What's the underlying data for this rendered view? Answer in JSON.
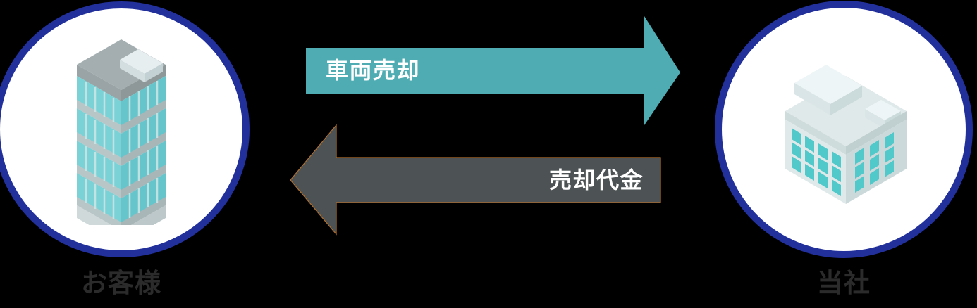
{
  "diagram": {
    "title": "vehicle-sale-transaction-flow",
    "background_color": "#000000",
    "nodes": [
      {
        "id": "customer",
        "caption": "お客様",
        "icon_name": "office-tower-icon",
        "circle_fill": "#ffffff",
        "circle_border_color": "#22309c"
      },
      {
        "id": "company",
        "caption": "当社",
        "icon_name": "office-building-icon",
        "circle_fill": "#ffffff",
        "circle_border_color": "#22309c"
      }
    ],
    "arrows": [
      {
        "id": "sell-arrow",
        "label": "車両売却",
        "direction": "right",
        "fill": "#4facb3",
        "label_color": "#ffffff"
      },
      {
        "id": "payment-arrow",
        "label": "売却代金",
        "direction": "left",
        "fill": "#4d5354",
        "outline": "#b5702c",
        "label_color": "#ffffff"
      }
    ],
    "caption_color": "#2b2b2b"
  }
}
